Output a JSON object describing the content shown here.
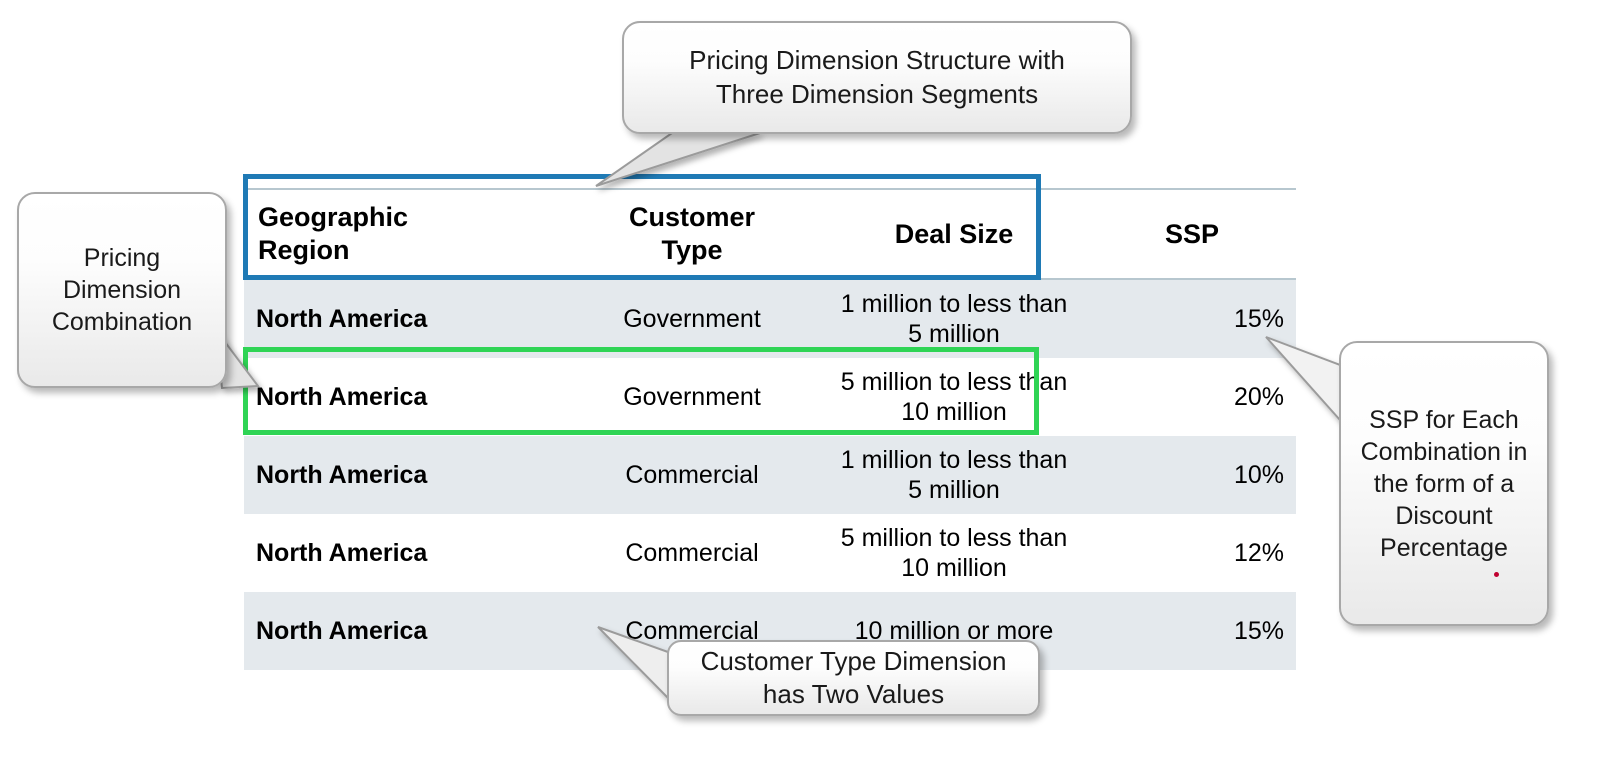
{
  "table": {
    "columns": [
      {
        "key": "region",
        "label": "Geographic\nRegion",
        "label_line1": "Geographic",
        "label_line2": "Region",
        "align": "left"
      },
      {
        "key": "customer_type",
        "label": "Customer\nType",
        "label_line1": "Customer",
        "label_line2": "Type",
        "align": "center"
      },
      {
        "key": "deal_size",
        "label": "Deal Size",
        "align": "center"
      },
      {
        "key": "ssp",
        "label": "SSP",
        "align": "center"
      }
    ],
    "rows": [
      {
        "region": "North America",
        "customer_type": "Government",
        "deal_size_line1": "1 million to less than",
        "deal_size_line2": "5 million",
        "ssp": "15%",
        "shaded": true
      },
      {
        "region": "North America",
        "customer_type": "Government",
        "deal_size_line1": "5 million to less than",
        "deal_size_line2": "10 million",
        "ssp": "20%",
        "shaded": false
      },
      {
        "region": "North America",
        "customer_type": "Commercial",
        "deal_size_line1": "1 million to less than",
        "deal_size_line2": "5 million",
        "ssp": "10%",
        "shaded": true
      },
      {
        "region": "North America",
        "customer_type": "Commercial",
        "deal_size_line1": "5 million to less than",
        "deal_size_line2": "10 million",
        "ssp": "12%",
        "shaded": false
      },
      {
        "region": "North America",
        "customer_type": "Commercial",
        "deal_size_line1": "10 million or more",
        "deal_size_line2": "",
        "ssp": "15%",
        "shaded": true
      }
    ]
  },
  "callouts": {
    "structure": {
      "line1": "Pricing Dimension Structure with",
      "line2": "Three Dimension Segments"
    },
    "combination": {
      "line1": "Pricing",
      "line2": "Dimension",
      "line3": "Combination"
    },
    "ssp": {
      "line1": "SSP for Each",
      "line2": "Combination in",
      "line3": "the form of a",
      "line4": "Discount",
      "line5": "Percentage"
    },
    "customer_type": {
      "line1": "Customer Type Dimension",
      "line2": "has Two Values"
    }
  },
  "highlights": {
    "header_box_color": "#1f7ab5",
    "row_box_color": "#2fd455",
    "header_box_name": "Pricing Dimension Structure with Three Dimension Segments",
    "row_box_name": "Pricing Dimension Combination"
  },
  "colors": {
    "row_shade": "#e4e9ed",
    "row_plain": "#ffffff",
    "table_rule": "#b7c7cf",
    "callout_border": "#a8a8a8",
    "tail_fill": "#d9d9d9",
    "tail_stroke": "#9b9b9b",
    "red_dot": "#c00030"
  }
}
